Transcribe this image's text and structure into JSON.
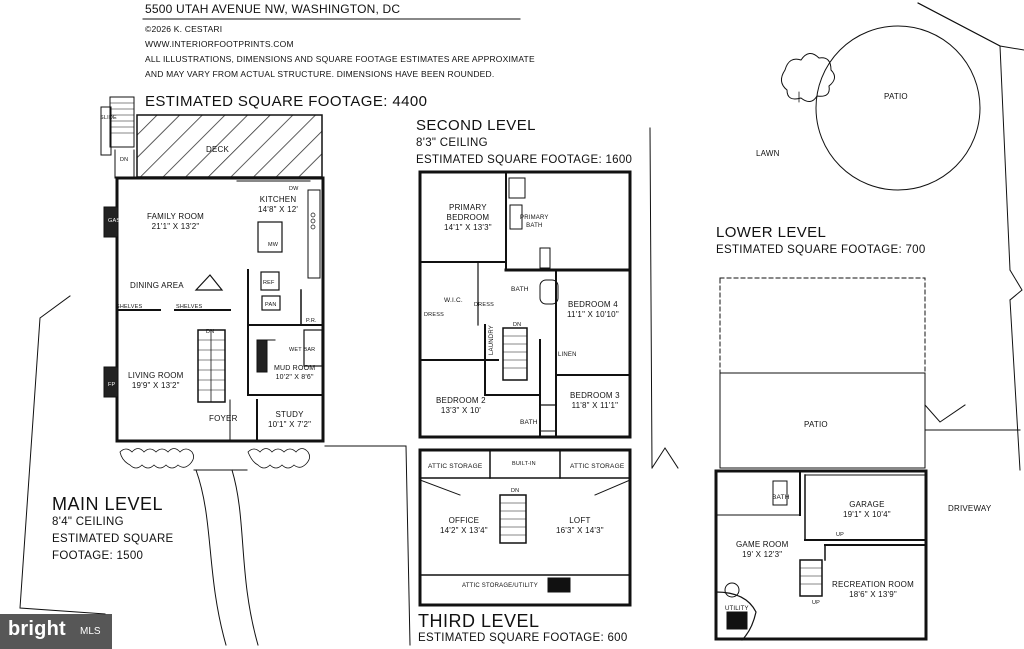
{
  "header": {
    "address": "5500 UTAH AVENUE NW, WASHINGTON, DC",
    "copyright": "©2026 K. CESTARI",
    "website": "WWW.INTERIORFOOTPRINTS.COM",
    "disclaimer_1": "ALL ILLUSTRATIONS, DIMENSIONS AND SQUARE FOOTAGE ESTIMATES ARE APPROXIMATE",
    "disclaimer_2": "AND MAY VARY FROM ACTUAL STRUCTURE. DIMENSIONS HAVE BEEN ROUNDED.",
    "total_sqft": "ESTIMATED SQUARE FOOTAGE: 4400"
  },
  "main_level": {
    "title": "MAIN LEVEL",
    "ceiling": "8'4\" CEILING",
    "sqft_1": "ESTIMATED SQUARE",
    "sqft_2": "FOOTAGE: 1500",
    "deck": "DECK",
    "slide": "SLIDE",
    "dn": "DN",
    "family_room": {
      "name": "FAMILY ROOM",
      "dims": "21'1\" X 13'2\""
    },
    "kitchen": {
      "name": "KITCHEN",
      "dims": "14'8\" X 12'"
    },
    "gas_fp": "GAS FP",
    "fp": "FP",
    "dw": "DW",
    "mw": "MW",
    "dining": "DINING AREA",
    "shelves_1": "SHELVES",
    "shelves_2": "SHELVES",
    "ref": "REF",
    "pan": "PAN",
    "pr": "P.R.",
    "dn2": "DN",
    "wet_bar": "WET BAR",
    "living_room": {
      "name": "LIVING ROOM",
      "dims": "19'9\" X 13'2\""
    },
    "mud_room": {
      "name": "MUD ROOM",
      "dims": "10'2\" X 8'6\""
    },
    "study": {
      "name": "STUDY",
      "dims": "10'1\" X 7'2\""
    },
    "foyer": "FOYER"
  },
  "second_level": {
    "title": "SECOND LEVEL",
    "ceiling": "8'3\" CEILING",
    "sqft": "ESTIMATED SQUARE FOOTAGE: 1600",
    "primary_bedroom": {
      "name_1": "PRIMARY",
      "name_2": "BEDROOM",
      "dims": "14'1\" X 13'3\""
    },
    "primary_bath": {
      "name_1": "PRIMARY",
      "name_2": "BATH"
    },
    "wic": "W.I.C.",
    "dress_1": "DRESS",
    "dress_2": "DRESS",
    "bath_1": "BATH",
    "bath_2": "BATH",
    "bedroom_4": {
      "name": "BEDROOM 4",
      "dims": "11'1\" X 10'10\""
    },
    "laundry": "LAUNDRY",
    "linen": "LINEN",
    "dn": "DN",
    "bedroom_2": {
      "name": "BEDROOM 2",
      "dims": "13'3\" X 10'"
    },
    "bedroom_3": {
      "name": "BEDROOM 3",
      "dims": "11'8\" X 11'1\""
    }
  },
  "third_level": {
    "title": "THIRD LEVEL",
    "sqft": "ESTIMATED SQUARE FOOTAGE: 600",
    "attic_storage_1": "ATTIC STORAGE",
    "attic_storage_2": "ATTIC STORAGE",
    "built_in": "BUILT-IN",
    "dn": "DN",
    "office": {
      "name": "OFFICE",
      "dims": "14'2\" X 13'4\""
    },
    "loft": {
      "name": "LOFT",
      "dims": "16'3\" X 14'3\""
    },
    "attic_utility": "ATTIC STORAGE/UTILITY"
  },
  "lower_level": {
    "title": "LOWER LEVEL",
    "sqft": "ESTIMATED SQUARE FOOTAGE: 700",
    "patio_top": "PATIO",
    "lawn": "LAWN",
    "patio": "PATIO",
    "driveway": "DRIVEWAY",
    "bath": "BATH",
    "garage": {
      "name": "GARAGE",
      "dims": "19'1\" X 10'4\""
    },
    "game_room": {
      "name": "GAME ROOM",
      "dims": "19' X 12'3\""
    },
    "up_1": "UP",
    "up_2": "UP",
    "recreation_room": {
      "name": "RECREATION ROOM",
      "dims": "18'6\" X 13'9\""
    },
    "utility": "UTILITY"
  },
  "watermark": {
    "brand": "bright",
    "suffix": "MLS"
  }
}
